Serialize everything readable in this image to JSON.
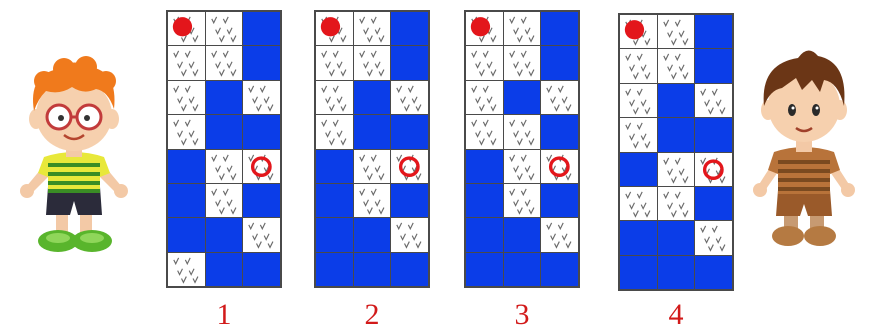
{
  "figures": [
    {
      "label": "1",
      "start": [
        0,
        0
      ],
      "target": [
        4,
        2
      ],
      "rows": [
        [
          "G",
          "G",
          "B"
        ],
        [
          "G",
          "G",
          "B"
        ],
        [
          "G",
          "B",
          "G"
        ],
        [
          "G",
          "B",
          "B"
        ],
        [
          "B",
          "G",
          "G"
        ],
        [
          "B",
          "G",
          "B"
        ],
        [
          "B",
          "B",
          "G"
        ],
        [
          "G",
          "B",
          "B"
        ]
      ]
    },
    {
      "label": "2",
      "start": [
        0,
        0
      ],
      "target": [
        4,
        2
      ],
      "rows": [
        [
          "G",
          "G",
          "B"
        ],
        [
          "G",
          "G",
          "B"
        ],
        [
          "G",
          "B",
          "G"
        ],
        [
          "G",
          "B",
          "B"
        ],
        [
          "B",
          "G",
          "G"
        ],
        [
          "B",
          "G",
          "B"
        ],
        [
          "B",
          "B",
          "G"
        ],
        [
          "B",
          "B",
          "B"
        ]
      ]
    },
    {
      "label": "3",
      "start": [
        0,
        0
      ],
      "target": [
        4,
        2
      ],
      "rows": [
        [
          "G",
          "G",
          "B"
        ],
        [
          "G",
          "G",
          "B"
        ],
        [
          "G",
          "B",
          "G"
        ],
        [
          "G",
          "G",
          "B"
        ],
        [
          "B",
          "G",
          "G"
        ],
        [
          "B",
          "G",
          "B"
        ],
        [
          "B",
          "B",
          "G"
        ],
        [
          "B",
          "B",
          "B"
        ]
      ]
    },
    {
      "label": "4",
      "start": [
        0,
        0
      ],
      "target": [
        4,
        2
      ],
      "rows": [
        [
          "G",
          "G",
          "B"
        ],
        [
          "G",
          "G",
          "B"
        ],
        [
          "G",
          "B",
          "G"
        ],
        [
          "G",
          "B",
          "B"
        ],
        [
          "B",
          "G",
          "G"
        ],
        [
          "G",
          "G",
          "B"
        ],
        [
          "B",
          "B",
          "G"
        ],
        [
          "B",
          "B",
          "B"
        ]
      ]
    }
  ],
  "colors": {
    "blue": "#0b3de8",
    "marker": "#e3161b",
    "label": "#d21a1a"
  }
}
